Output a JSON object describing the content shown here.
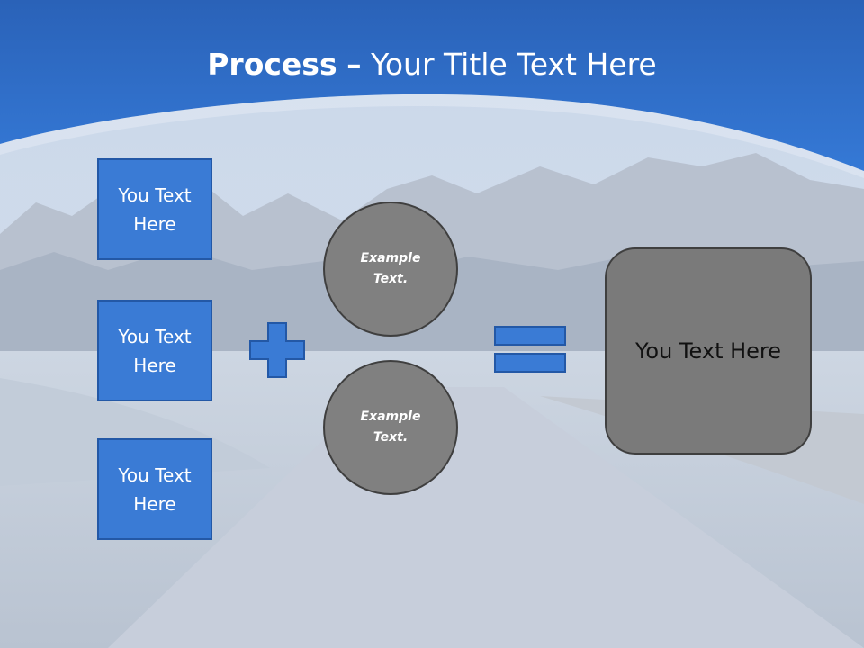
{
  "slide": {
    "title_bold": "Process",
    "title_dash": "–",
    "title_rest": "Your Title Text Here"
  },
  "inputs": [
    {
      "label": "You Text Here"
    },
    {
      "label": "You Text Here"
    },
    {
      "label": "You Text Here"
    }
  ],
  "circles": [
    {
      "label": "Example Text."
    },
    {
      "label": "Example Text."
    }
  ],
  "result": {
    "label": "You Text Here"
  },
  "operators": {
    "plus": "plus-icon",
    "equals": "equals-icon"
  },
  "colors": {
    "header_blue": "#2f6fc9",
    "box_blue": "#3a7bd5",
    "box_border": "#2358a6",
    "circle_gray": "#808080",
    "result_gray": "#7a7a7a"
  }
}
